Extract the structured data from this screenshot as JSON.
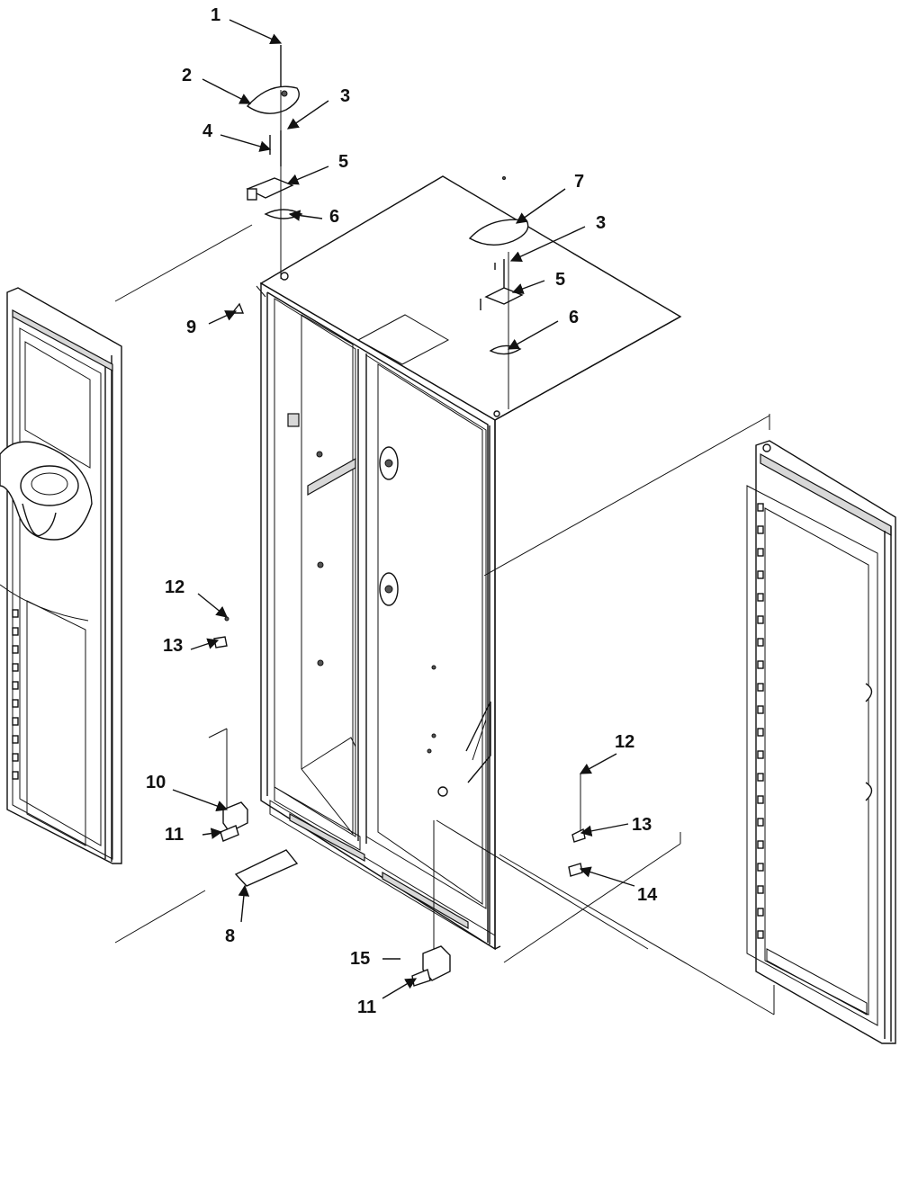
{
  "callouts": {
    "c1": "1",
    "c2": "2",
    "c3a": "3",
    "c4": "4",
    "c5a": "5",
    "c6a": "6",
    "c7": "7",
    "c3b": "3",
    "c5b": "5",
    "c6b": "6",
    "c9": "9",
    "c12a": "12",
    "c13a": "13",
    "c10": "10",
    "c11a": "11",
    "c8": "8",
    "c12b": "12",
    "c13b": "13",
    "c14": "14",
    "c15": "15",
    "c11b": "11"
  }
}
